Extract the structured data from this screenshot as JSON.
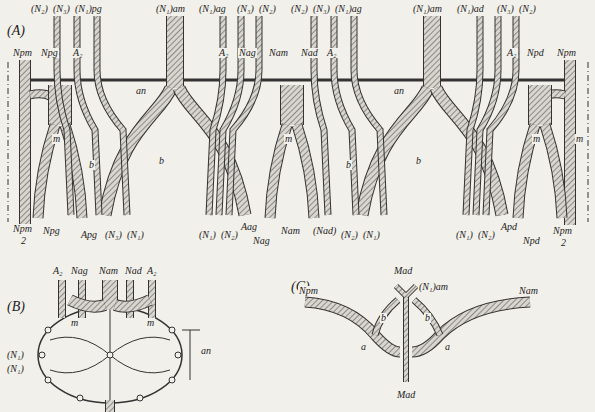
{
  "diagram": {
    "labels": [
      "(A)",
      "(N₂)",
      "(N₃)",
      "(N₁)pg",
      "(N₁)am",
      "(N₁)ag",
      "(N₃)",
      "(N₂)",
      "(N₂)",
      "(N₃)",
      "(N₁)ag",
      "(N₁)am",
      "(N₁)ad",
      "(N₃)",
      "(N₂)",
      "Npm",
      "Npg",
      "A₂",
      "A₂",
      "Nag",
      "Nam",
      "Nad",
      "A₂",
      "A₂",
      "Npd",
      "Npm",
      "an",
      "an",
      "m",
      "m",
      "m",
      "m",
      "b",
      "b",
      "b",
      "b",
      "Npm",
      "2",
      "Npg",
      "Apg",
      "(N₃)",
      "(N₁)",
      "(N₁)",
      "(N₂)",
      "Aag",
      "Nag",
      "Nam",
      "(Nad)",
      "(N₂)",
      "(N₁)",
      "(N₁)",
      "(N₂)",
      "Apd",
      "Npd",
      "Npm",
      "2",
      "(B)",
      "A₂",
      "Nag",
      "Nam",
      "Nad",
      "A₂",
      "m",
      "m",
      "(N₁)",
      "(N₁)",
      "an",
      "(C)",
      "Mad",
      "(N₁)am",
      "Npm",
      "Nam",
      "b",
      "b",
      "a",
      "a",
      "Mad"
    ]
  }
}
